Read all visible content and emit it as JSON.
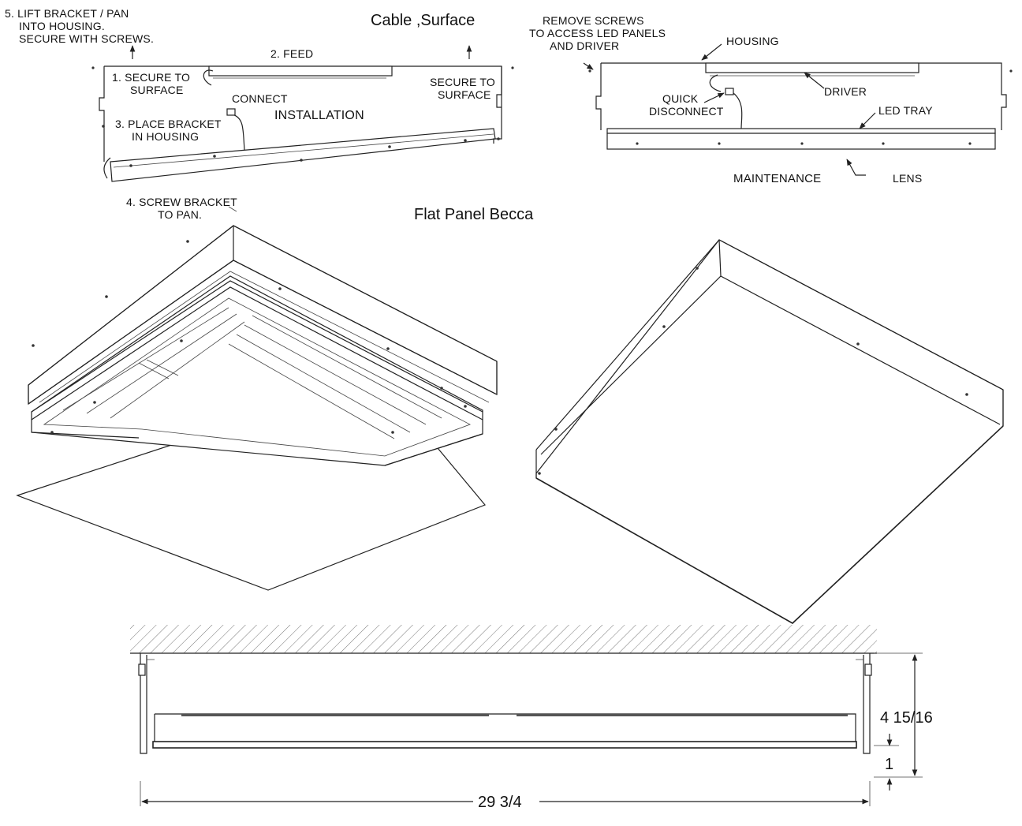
{
  "titles": {
    "cable_surface": "Cable ,Surface",
    "flat_panel": "Flat Panel Becca"
  },
  "installation": {
    "section_label": "INSTALLATION",
    "feed": "2. FEED",
    "connect": "CONNECT",
    "step1": [
      "1. SECURE TO",
      "SURFACE"
    ],
    "step3": [
      "3. PLACE BRACKET",
      "IN HOUSING"
    ],
    "step4": [
      "4. SCREW BRACKET",
      "TO PAN."
    ],
    "step5": [
      "5. LIFT BRACKET / PAN",
      "INTO HOUSING.",
      "SECURE WITH SCREWS."
    ],
    "secure_right": [
      "SECURE TO",
      "SURFACE"
    ]
  },
  "maintenance": {
    "section_label": "MAINTENANCE",
    "remove_screws": [
      "REMOVE SCREWS",
      "TO ACCESS LED PANELS",
      "AND DRIVER"
    ],
    "housing": "HOUSING",
    "driver": "DRIVER",
    "quick_disconnect": [
      "QUICK",
      "DISCONNECT"
    ],
    "led_tray": "LED TRAY",
    "lens": "LENS"
  },
  "dimensions": {
    "width": "29 3/4",
    "height": "4 15/16",
    "lens_depth": "1"
  }
}
